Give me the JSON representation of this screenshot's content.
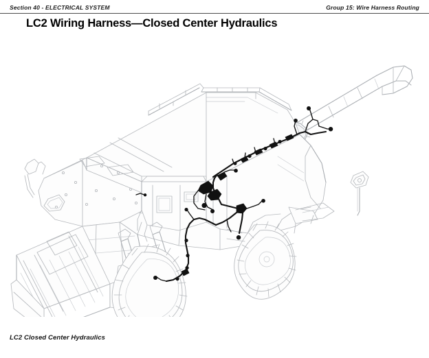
{
  "header": {
    "section": "Section 40 - ELECTRICAL SYSTEM",
    "group": "Group 15: Wire Harness Routing"
  },
  "title": "LC2 Wiring Harness—Closed Center Hydraulics",
  "figure": {
    "caption": "LC2 Closed Center Hydraulics",
    "subject": "combine-harvester-line-drawing",
    "overlay": "wiring-harness-routing",
    "line_color": "#b6b9bd",
    "harness_color": "#111111",
    "parts": [
      "unloading-auger",
      "grain-tank",
      "operator-cab",
      "engine-compartment",
      "feeder-house",
      "header-platform",
      "front-drive-tire",
      "rear-steering-tire",
      "access-ladder",
      "rear-lamp-post"
    ]
  }
}
